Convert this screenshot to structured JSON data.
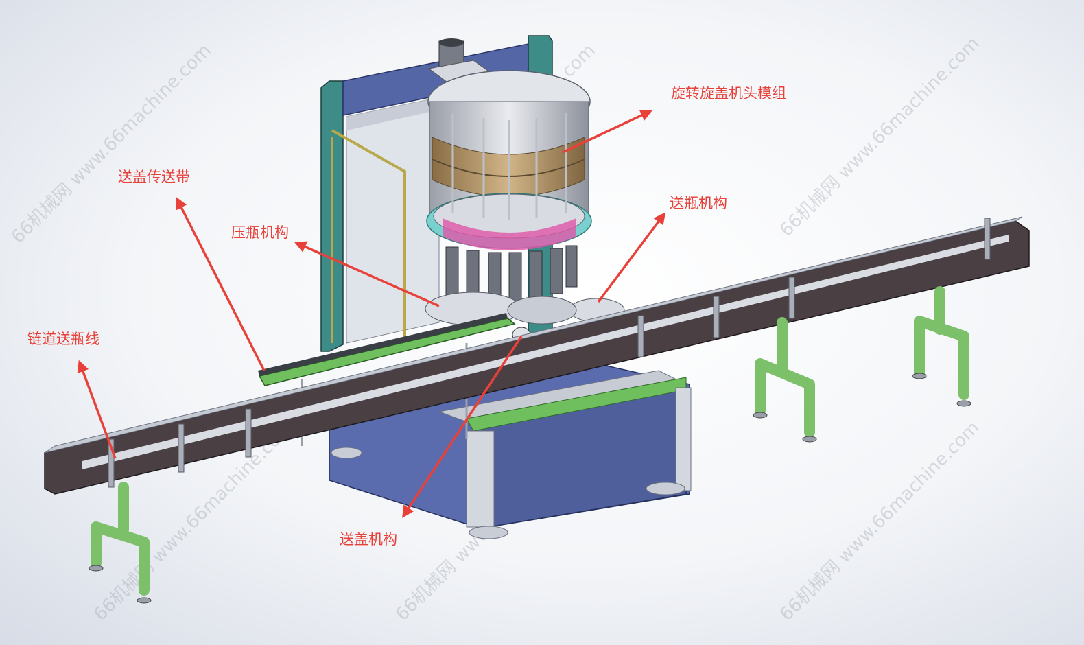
{
  "labels": {
    "capping_head": "旋转旋盖机头模组",
    "cap_conveyor": "送盖传送带",
    "bottle_press": "压瓶机构",
    "bottle_feed": "送瓶机构",
    "chain_line": "链道送瓶线",
    "cap_feed": "送盖机构"
  },
  "watermark": "66机械网 www.66machine.com",
  "colors": {
    "annotation": "#e8413a",
    "frame_teal": "#3e8c88",
    "panel_blue": "#4e5f9c",
    "conveyor_dark": "#4a4044",
    "leg_green": "#7cc06a",
    "brass": "#b09064"
  }
}
